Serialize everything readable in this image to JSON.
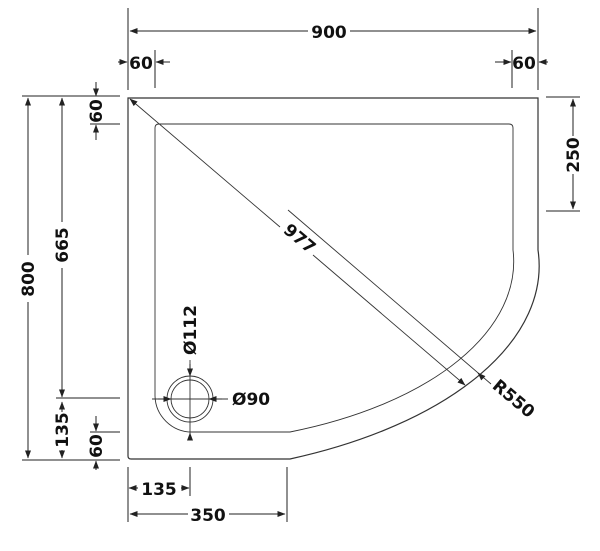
{
  "diagram": {
    "type": "technical-drawing",
    "subject": "quadrant shower tray (right-hand offset)",
    "units": "mm",
    "colors": {
      "line": "#333333",
      "text": "#111111",
      "background": "#ffffff"
    }
  },
  "dimensions": {
    "overall_width": "900",
    "left_rim_width": "60",
    "right_rim_width": "60",
    "overall_depth": "800",
    "inner_depth": "665",
    "top_rim_depth": "60",
    "waste_offset_from_bottom": "135",
    "bottom_rim_depth": "60",
    "straight_side_right": "250",
    "diagonal": "977",
    "radius": "R550",
    "waste_outer_diameter": "Ø112",
    "waste_inner_diameter": "Ø90",
    "waste_offset_from_left": "135",
    "straight_side_bottom": "350"
  }
}
